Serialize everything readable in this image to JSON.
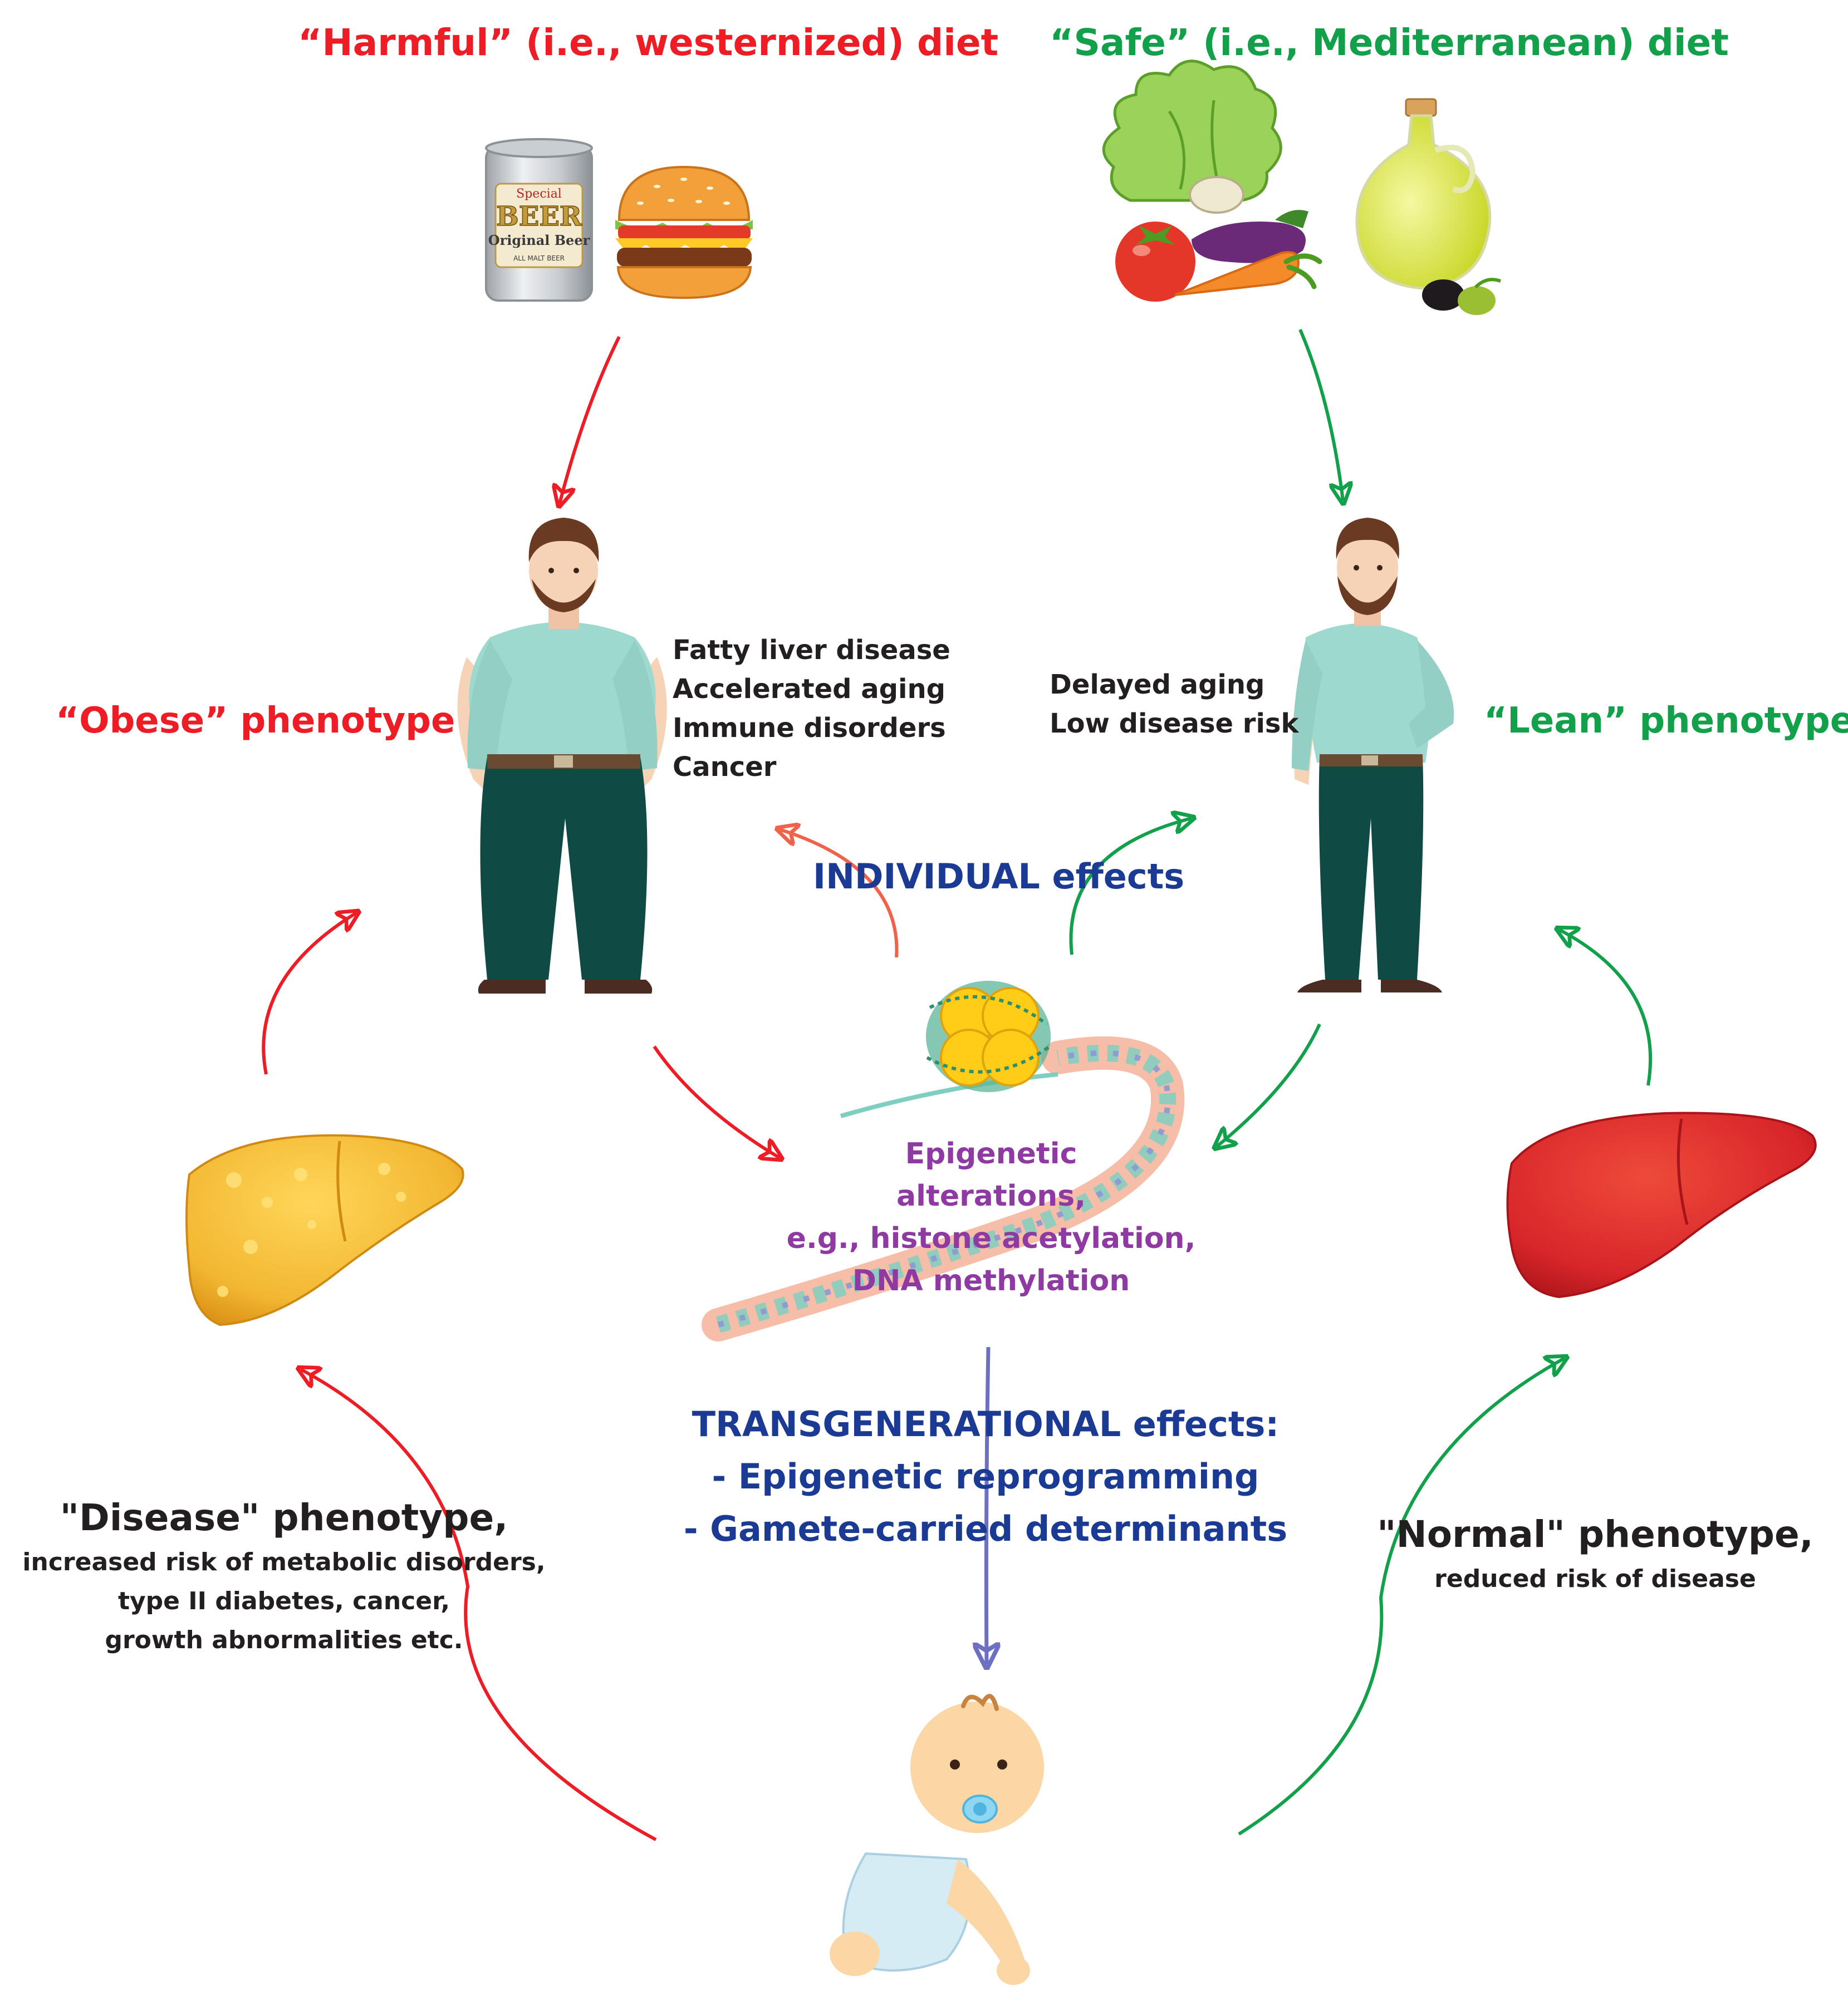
{
  "harmful_diet": {
    "title": "“Harmful” (i.e., westernized) diet"
  },
  "safe_diet": {
    "title": "“Safe” (i.e., Mediterranean) diet"
  },
  "beer_can": {
    "line1": "Special",
    "line2": "BEER",
    "line3": "Original Beer",
    "line4": "ALL MALT BEER"
  },
  "obese": {
    "label": "“Obese” phenotype",
    "conditions": [
      "Fatty liver disease",
      "Accelerated aging",
      "Immune disorders",
      "Cancer"
    ]
  },
  "lean": {
    "label": "“Lean” phenotype",
    "conditions": [
      "Delayed aging",
      "Low disease risk"
    ]
  },
  "individual_effects": {
    "label": "INDIVIDUAL effects"
  },
  "epigenetic": {
    "lines": [
      "Epigenetic",
      "alterations,",
      "e.g., histone acetylation,",
      "DNA methylation"
    ]
  },
  "transgenerational": {
    "lines": [
      "TRANSGENERATIONAL effects:",
      "- Epigenetic reprogramming",
      "- Gamete-carried determinants"
    ]
  },
  "disease_phenotype": {
    "title": "\"Disease\" phenotype,",
    "lines": [
      "increased risk of metabolic disorders,",
      "type II diabetes, cancer,",
      "growth abnormalities etc."
    ]
  },
  "normal_phenotype": {
    "title": "\"Normal\" phenotype,",
    "subtitle": "reduced risk of disease"
  },
  "colors": {
    "harmful": "#ee1c25",
    "safe": "#13a04a",
    "individual": "#1b3a93",
    "epigenetic": "#8e3aa2",
    "transgenerational_arrow": "#6d6fc0",
    "shirt": "#9ed9cf",
    "pants": "#0f4a45",
    "skin": "#f6d2b7",
    "hair": "#6b3a22",
    "fatty_liver": "#f2b731",
    "healthy_liver": "#d8262a"
  }
}
